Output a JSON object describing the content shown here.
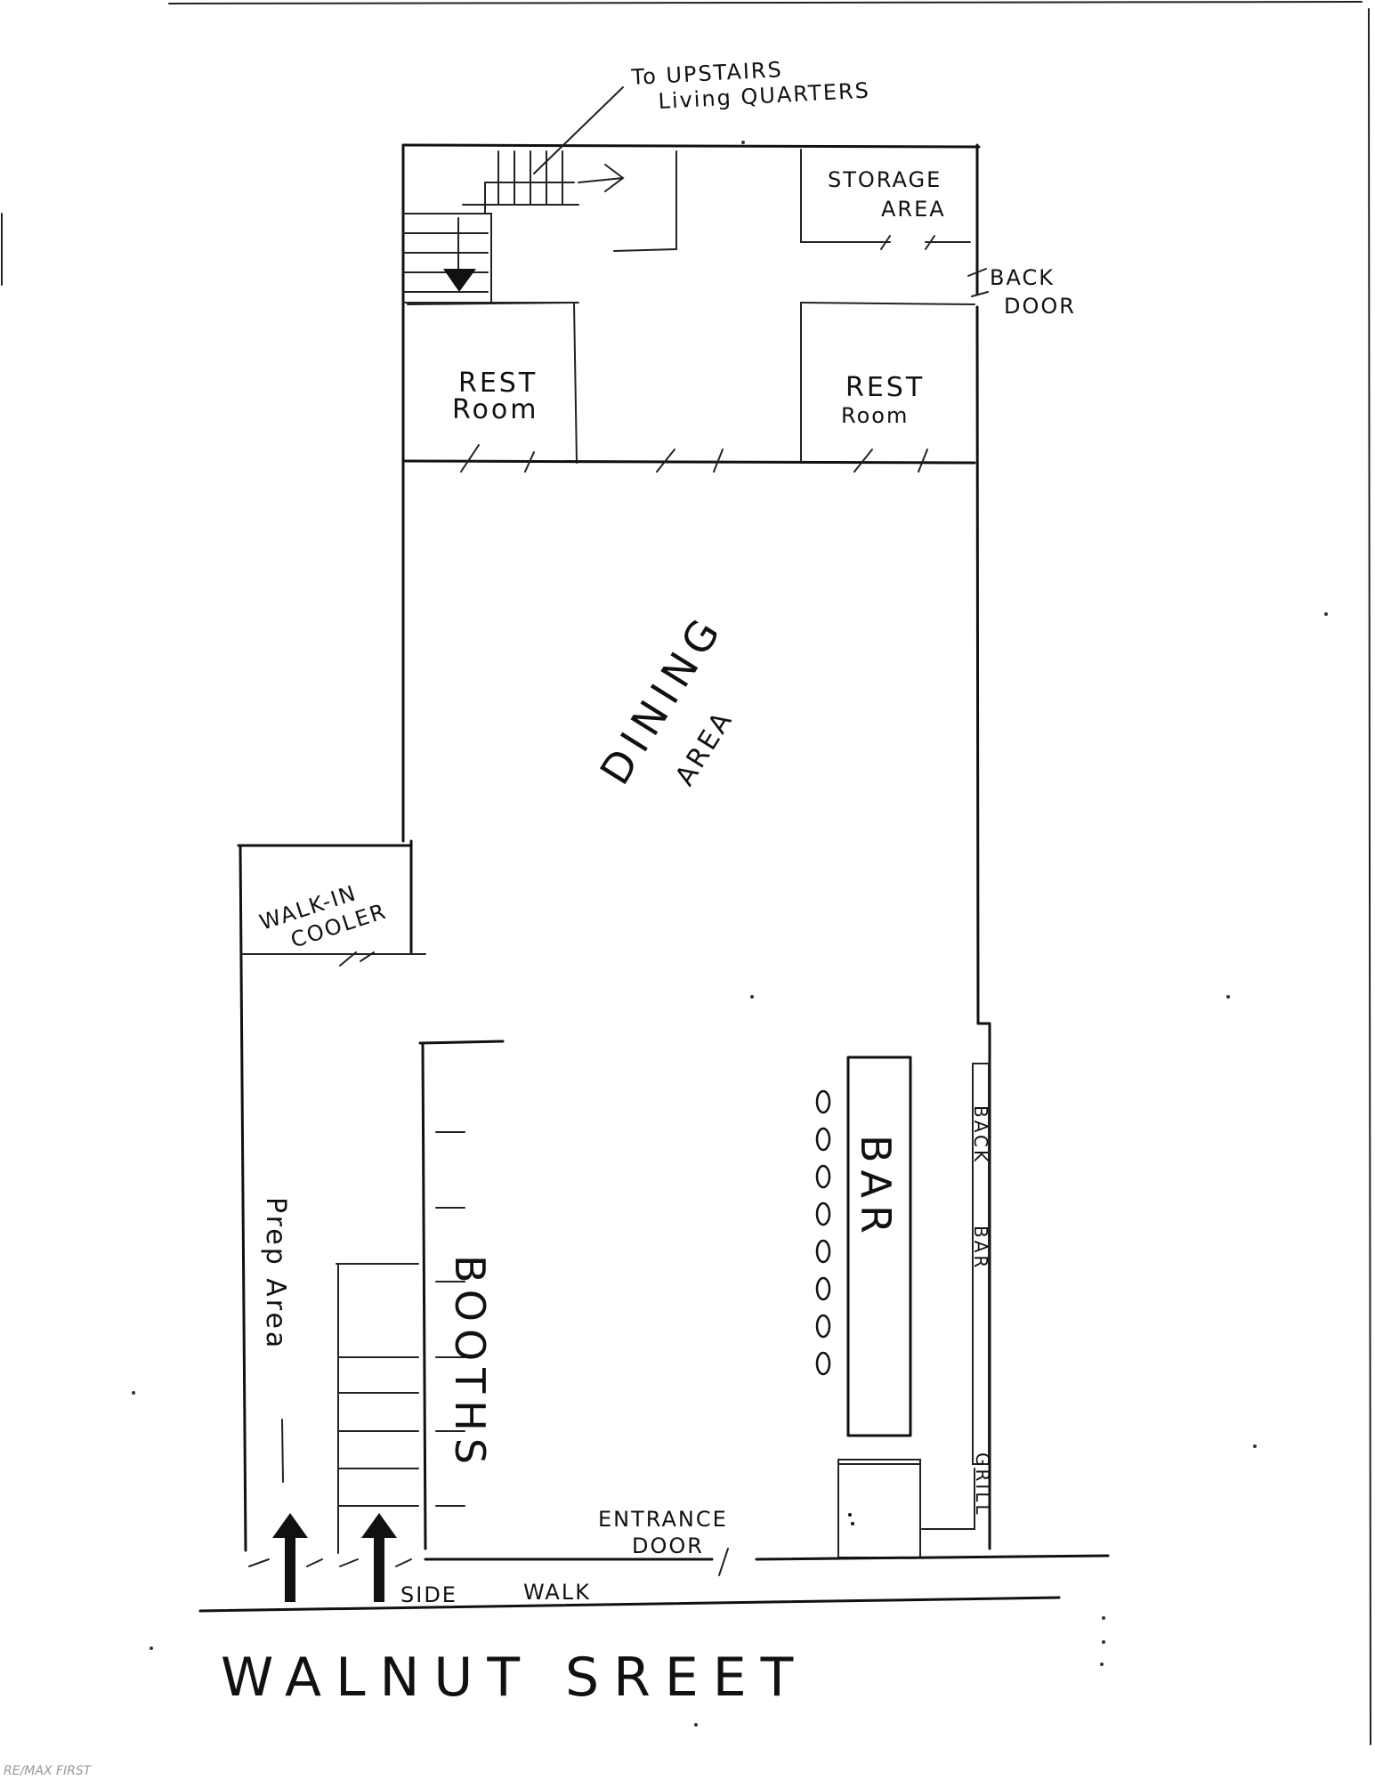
{
  "stairs_note": {
    "line1": "To UPSTAIRS",
    "line2": "Living QUARTERS"
  },
  "rooms": {
    "storage": {
      "line1": "STORAGE",
      "line2": "AREA"
    },
    "back_door": {
      "line1": "BACK",
      "line2": "DOOR"
    },
    "rest_room_left": {
      "line1": "REST",
      "line2": "Room"
    },
    "rest_room_right": {
      "line1": "REST",
      "line2": "Room"
    },
    "dining": {
      "line1": "DINING",
      "line2": "AREA"
    },
    "walk_in_cooler": {
      "line1": "WALK-IN",
      "line2": "COOLER"
    },
    "prep_area": "Prep Area",
    "booths": "BOOTHS",
    "bar": "BAR",
    "back_bar_1": "BACK",
    "back_bar_2": "BAR",
    "grill": "GRILL",
    "entrance_door": {
      "line1": "ENTRANCE",
      "line2": "DOOR"
    },
    "side_walk": {
      "line1": "SIDE",
      "line2": "WALK"
    }
  },
  "street": "WALNUT SREET",
  "watermark": "RE/MAX FIRST",
  "bar_stool_count": 8
}
